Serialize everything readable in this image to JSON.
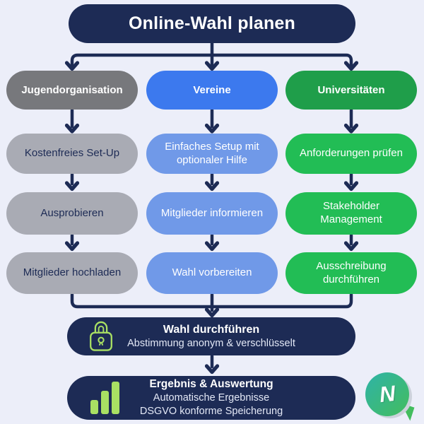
{
  "title": "Online-Wahl planen",
  "colors": {
    "background": "#eceef9",
    "navy": "#1d2b55",
    "lime": "#a9e063",
    "subtitle_text": "#e3e8f6"
  },
  "columns": [
    {
      "header": "Jugendorganisation",
      "header_color": "#77787c",
      "header_text_color": "#ffffff",
      "step_color": "#a9abb4",
      "step_text_color": "#1d2b55",
      "steps": [
        "Kostenfreies Set-Up",
        "Ausprobieren",
        "Mitglieder hochladen"
      ]
    },
    {
      "header": "Vereine",
      "header_color": "#3c79ee",
      "header_text_color": "#ffffff",
      "step_color": "#7099e8",
      "step_text_color": "#ffffff",
      "steps": [
        "Einfaches Setup mit\noptionaler Hilfe",
        "Mitglieder informieren",
        "Wahl vorbereiten"
      ]
    },
    {
      "header": "Universitäten",
      "header_color": "#1f9e4a",
      "header_text_color": "#ffffff",
      "step_color": "#22bd55",
      "step_text_color": "#ffffff",
      "steps": [
        "Anforderungen prüfen",
        "Stakeholder\nManagement",
        "Ausschreibung\ndurchführen"
      ]
    }
  ],
  "wahl": {
    "title": "Wahl durchführen",
    "subtitle": "Abstimmung anonym & verschlüsselt",
    "icon": "lock-icon"
  },
  "ergebnis": {
    "title": "Ergebnis & Auswertung",
    "line1": "Automatische Ergebnisse",
    "line2": "DSGVO konforme Speicherung",
    "icon": "bar-chart-icon"
  },
  "logo": {
    "letter": "N",
    "gradient_start": "#2fb3a7",
    "gradient_end": "#43bd5e"
  }
}
